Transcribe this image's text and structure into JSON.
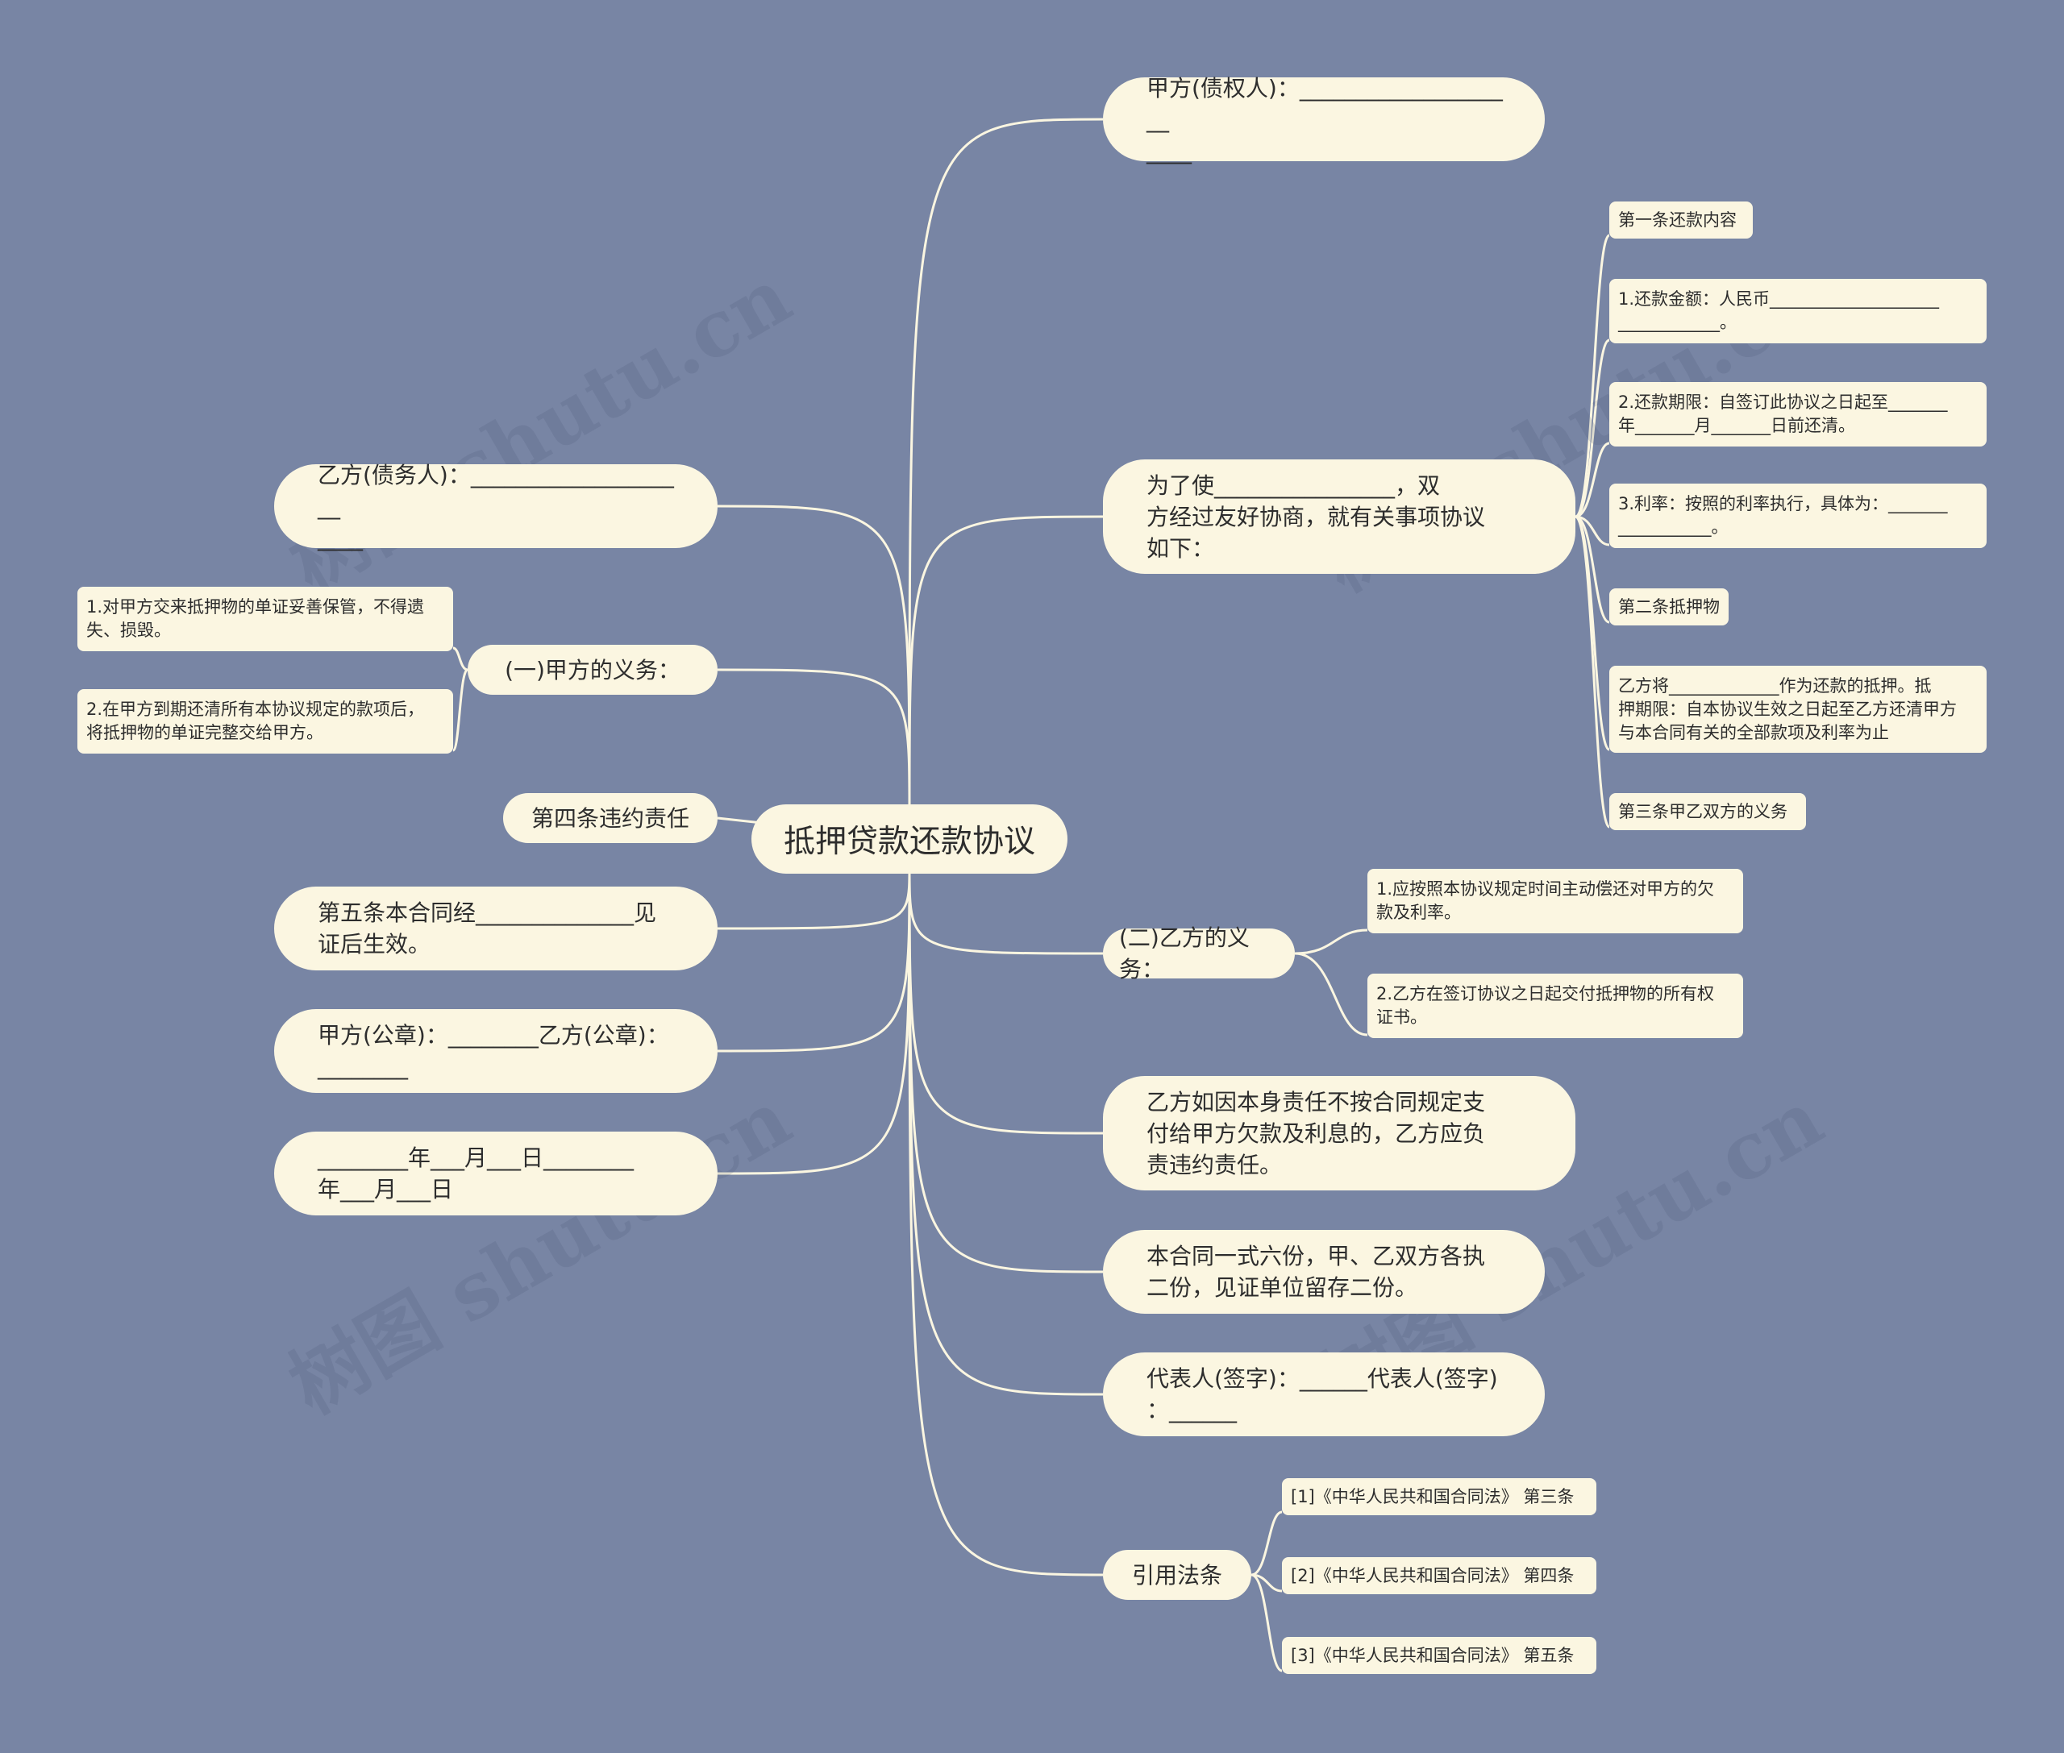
{
  "root": {
    "label": "抵押贷款还款协议"
  },
  "watermark_text": "树图 shutu.cn",
  "colors": {
    "background": "#7885a4",
    "node_fill": "#fbf6e1",
    "connector": "#fbf6e1",
    "text": "#2d2d2d"
  },
  "right_branches": [
    {
      "label": "甲方(债权人)：____________________\n____",
      "children": []
    },
    {
      "label": "为了使________________，双\n方经过友好协商，就有关事项协议\n如下：",
      "children": [
        "第一条还款内容",
        "1.还款金额：人民币____________________\n____________。",
        "2.还款期限：自签订此协议之日起至_______\n年_______月_______日前还清。",
        "3.利率：按照的利率执行，具体为：_______\n___________。",
        "第二条抵押物",
        "乙方将_____________作为还款的抵押。抵\n押期限：自本协议生效之日起至乙方还清甲方\n与本合同有关的全部款项及利率为止",
        "第三条甲乙双方的义务"
      ]
    },
    {
      "label": "(二)乙方的义务：",
      "children": [
        "1.应按照本协议规定时间主动偿还对甲方的欠\n款及利率。",
        "2.乙方在签订协议之日起交付抵押物的所有权\n证书。"
      ]
    },
    {
      "label": "乙方如因本身责任不按合同规定支\n付给甲方欠款及利息的，乙方应负\n责违约责任。",
      "children": []
    },
    {
      "label": "本合同一式六份，甲、乙双方各执\n二份，见证单位留存二份。",
      "children": []
    },
    {
      "label": "代表人(签字)：______代表人(签字)\n：______",
      "children": []
    },
    {
      "label": "引用法条",
      "children": [
        "[1]《中华人民共和国合同法》 第三条",
        "[2]《中华人民共和国合同法》 第四条",
        "[3]《中华人民共和国合同法》 第五条"
      ]
    }
  ],
  "left_branches": [
    {
      "label": "乙方(债务人)：____________________\n____",
      "children": []
    },
    {
      "label": "(一)甲方的义务：",
      "children": [
        "1.对甲方交来抵押物的单证妥善保管，不得遗\n失、损毁。",
        "2.在甲方到期还清所有本协议规定的款项后，\n将抵押物的单证完整交给甲方。"
      ]
    },
    {
      "label": "第四条违约责任",
      "children": []
    },
    {
      "label": "第五条本合同经______________见\n证后生效。",
      "children": []
    },
    {
      "label": "甲方(公章)：________乙方(公章)：\n________",
      "children": []
    },
    {
      "label": "________年___月___日________\n年___月___日",
      "children": []
    }
  ]
}
